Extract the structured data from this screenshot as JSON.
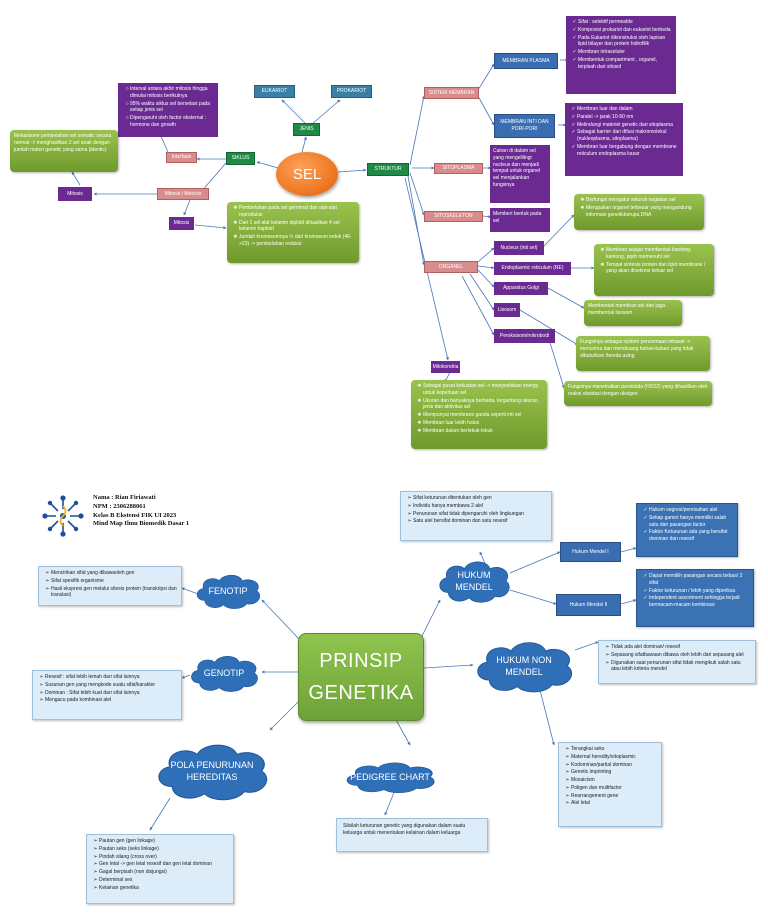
{
  "sel": {
    "center": "SEL",
    "jenis": "JENIS",
    "eukariot": "EUKARIOT",
    "prokariot": "PROKARIOT",
    "siklus": "SIKLUS",
    "interfase": "Interfase",
    "interfase_items": [
      "Interval antara akhir mitosis hingga dimulai mitosis berikutnya",
      "95% waktu siklus sel berselasi pada setiap jenis sel",
      "Dipengaruhi oleh factor eksternal : hormone dan growth"
    ],
    "mitosis_meiosis": "Mitosis / Meiosis",
    "mitosis_left": "Mitosis",
    "mitosis_left_desc": "Mekanisme pembelahan sel somatic secara normal -> menghasilkan 2 sel anak dengan jumlah materi genetic yang sama (identic)",
    "mitosis_bottom": "Mitosis",
    "meiosis_items": [
      "Pembelahan pada sel germinal dan alat-alat reproduksi",
      "Dari 1 sel alat kelamin diploid dihasilkan 4 sel kelamin haploid",
      "Jumlah kromosomnya ½ dari kromosom induk (46->23) -> pembelahan reduksi"
    ],
    "struktur": "STRUKTUR",
    "sistem_membran": "SISTEM MEMBRAN",
    "membran_plasma": "MEMBRAN PLASMA",
    "membran_plasma_items": [
      "Sifat : selektif permeable",
      "Komposisi prokariot dan eukariot berbeda",
      "Pada Eukariot dikonstruksi oleh lapisan lipid bilayer dan protein hidrofilik",
      "Membran intraseluler",
      "Membentuk compartment , organel, terpisah dari sitosol"
    ],
    "membran_inti": "MEMBRAN INTI DAN PORI-PORI",
    "membran_inti_items": [
      "Membran luar dan dalam",
      "Paralel -> jarak 10-50 nm",
      "Melindungi materiel genetic dari sitoplasma",
      "Sebagai barrier dari difusi makromolekul (nukleoplasma, sitoplasma)",
      "Membran luar bergabung dengan membrane reticulum endoplasma kasar"
    ],
    "sitoplasma": "SITOPLASMA",
    "sitoplasma_desc": "Cairan di dalam sel yang mengelilingi nucleus dan menjadi tempat untuk organel sel menjalankan fungsinya",
    "sitoskeleton": "SITOSKELETON",
    "sitoskeleton_desc": "Memberi bentuk pada sel",
    "organel": "ORGANEL",
    "nucleus": "Nucleus (inti sel)",
    "nucleus_items": [
      "Berfungsi mengatur seluruh kegiatan sel",
      "Merupakan organel terbesar yang mengandung informasi genetikberupa DNA"
    ],
    "re": "Endoplasmic  reticulum (RE)",
    "re_items": [
      "Membran sejajar membentuk kantong-kantong, pipih memenuhi sel",
      "Tempat sintesis protein dan lipid membrane / yang akan disekresi keluar sel"
    ],
    "golgi": "Apparatus Golgi",
    "golgi_desc": "Membentuk membran sel dan juga membentuk lisosom",
    "lisosom": "Lisosom",
    "lisosom_desc": "Fungsinya sebagai system pencernaan intrasel -> mencerna dan membuang bahan-bahan yang tidak dibutuhkan /benda asing",
    "peroksisom": "Peroksisom/mikrobodi",
    "peroksisom_desc": "Fungsinya menetralkan peroksida (H2O2) yang dihasilkan oleh reaksi oksidasi dengan oksigen",
    "mitokondria": "Mitokondria",
    "mitokondria_items": [
      "Sebagai pusat kekuatan sel -> menyediakan energy untuk keperluan sel",
      "Ukuran dan banyaknya berbeda, tergantung ukuran, jenis dan aktivitas sel",
      "Mempunyai membrane ganda seperti inti sel",
      "Membran luar lebih halus",
      "Membran dalam berlekuk-lekuk"
    ]
  },
  "genetika": {
    "header": [
      "Nama : Rian Firiawati",
      "NPM : 2306288061",
      "Kelas B Ekstensi FIK UI 2023",
      "Mind Map Ilmu Biomedik Dasar 1"
    ],
    "center_line1": "PRINSIP",
    "center_line2": "GENETIKA",
    "hukum_mendel": "HUKUM MENDEL",
    "hukum_mendel_items": [
      "Sifat keturunan ditentukan oleh gen",
      "Individu hanya membawa 2 alel",
      "Penurunan sifat tidak dipengaruhi oleh lingkungan",
      "Satu alel bersifat dominan dan satu resesif"
    ],
    "mendel1": "Hukum Mendel I",
    "mendel1_items": [
      "Hukum segresi/pemisahan alel",
      "Setiap gamet hanya memiliki salah satu dari pasangan factor",
      "Faktor Keturunan ada yang bersifat dominan dan resesif"
    ],
    "mendel2": "Hukum Mendel II",
    "mendel2_items": [
      "Dapat memiliih pasangan secara bebas/ 2 sifat",
      "Faktor keturunan / lebih yang diperiksa",
      "Independent assortment sehingga terjadi bermacam-macam kombinasi"
    ],
    "fenotip": "FENOTIP",
    "fenotip_items": [
      "Mencirikan sifat yang dibawaoleh gen",
      "Sifat spesifik organisme",
      "Hasil ekspresi gen melalui sitesis protein (transkripsi dan translasi)"
    ],
    "genotip": "GENOTIP",
    "genotip_items": [
      "Resesif : sifat lebih lemah dari sifat lainnya",
      "Susunan gen yang mengkode suatu sifat/karakter",
      "Dominan : Sifat lebih kuat dari sifat lainnya",
      "Mengacu pada kombinasi alel"
    ],
    "hukum_non_mendel": "HUKUM NON MENDEL",
    "non_mendel_items": [
      "Tidak ada alel dominan/ resesif",
      "Sepasang sifatbawaan dibawa oleh lebih dari sepasang alel",
      "Digunakan saat penurunan sifat tidak mengikuti salah satu atau lebih kriteria mendel"
    ],
    "non_mendel_list": [
      "Terangkai seks",
      "Maternal heredity/sitoplasmic",
      "Kodominan/partial dominan",
      "Genetic imprinting",
      "Mosaicism",
      "Poligen dan multifactor",
      "Rearrangement gene",
      "Alel letal"
    ],
    "pola": "POLA PENURUNAN HEREDITAS",
    "pola_items": [
      "Pautan gen (gen linkage)",
      "Pautan seks (seks linkage)",
      "Pindah silang (cross over)",
      "Gen letal -> gen letal resesif dan gen letal dominan",
      "Gagal berpisah (non disjungsi)",
      "Determinal sex",
      "Kelainan genetika"
    ],
    "pedigree": "PEDIGREE CHART",
    "pedigree_desc": "Silsilah keturunan genetic yang digunakan dalam suatu keluarga untuk menentukan kelainan dalam keluarga"
  },
  "colors": {
    "purple": "#6a2a92",
    "green": "#7fa83a",
    "blue": "#3b6db3",
    "cloud": "#2f6fb8",
    "center_green": "#7fb23e",
    "sel_orange": "#f07a26"
  }
}
